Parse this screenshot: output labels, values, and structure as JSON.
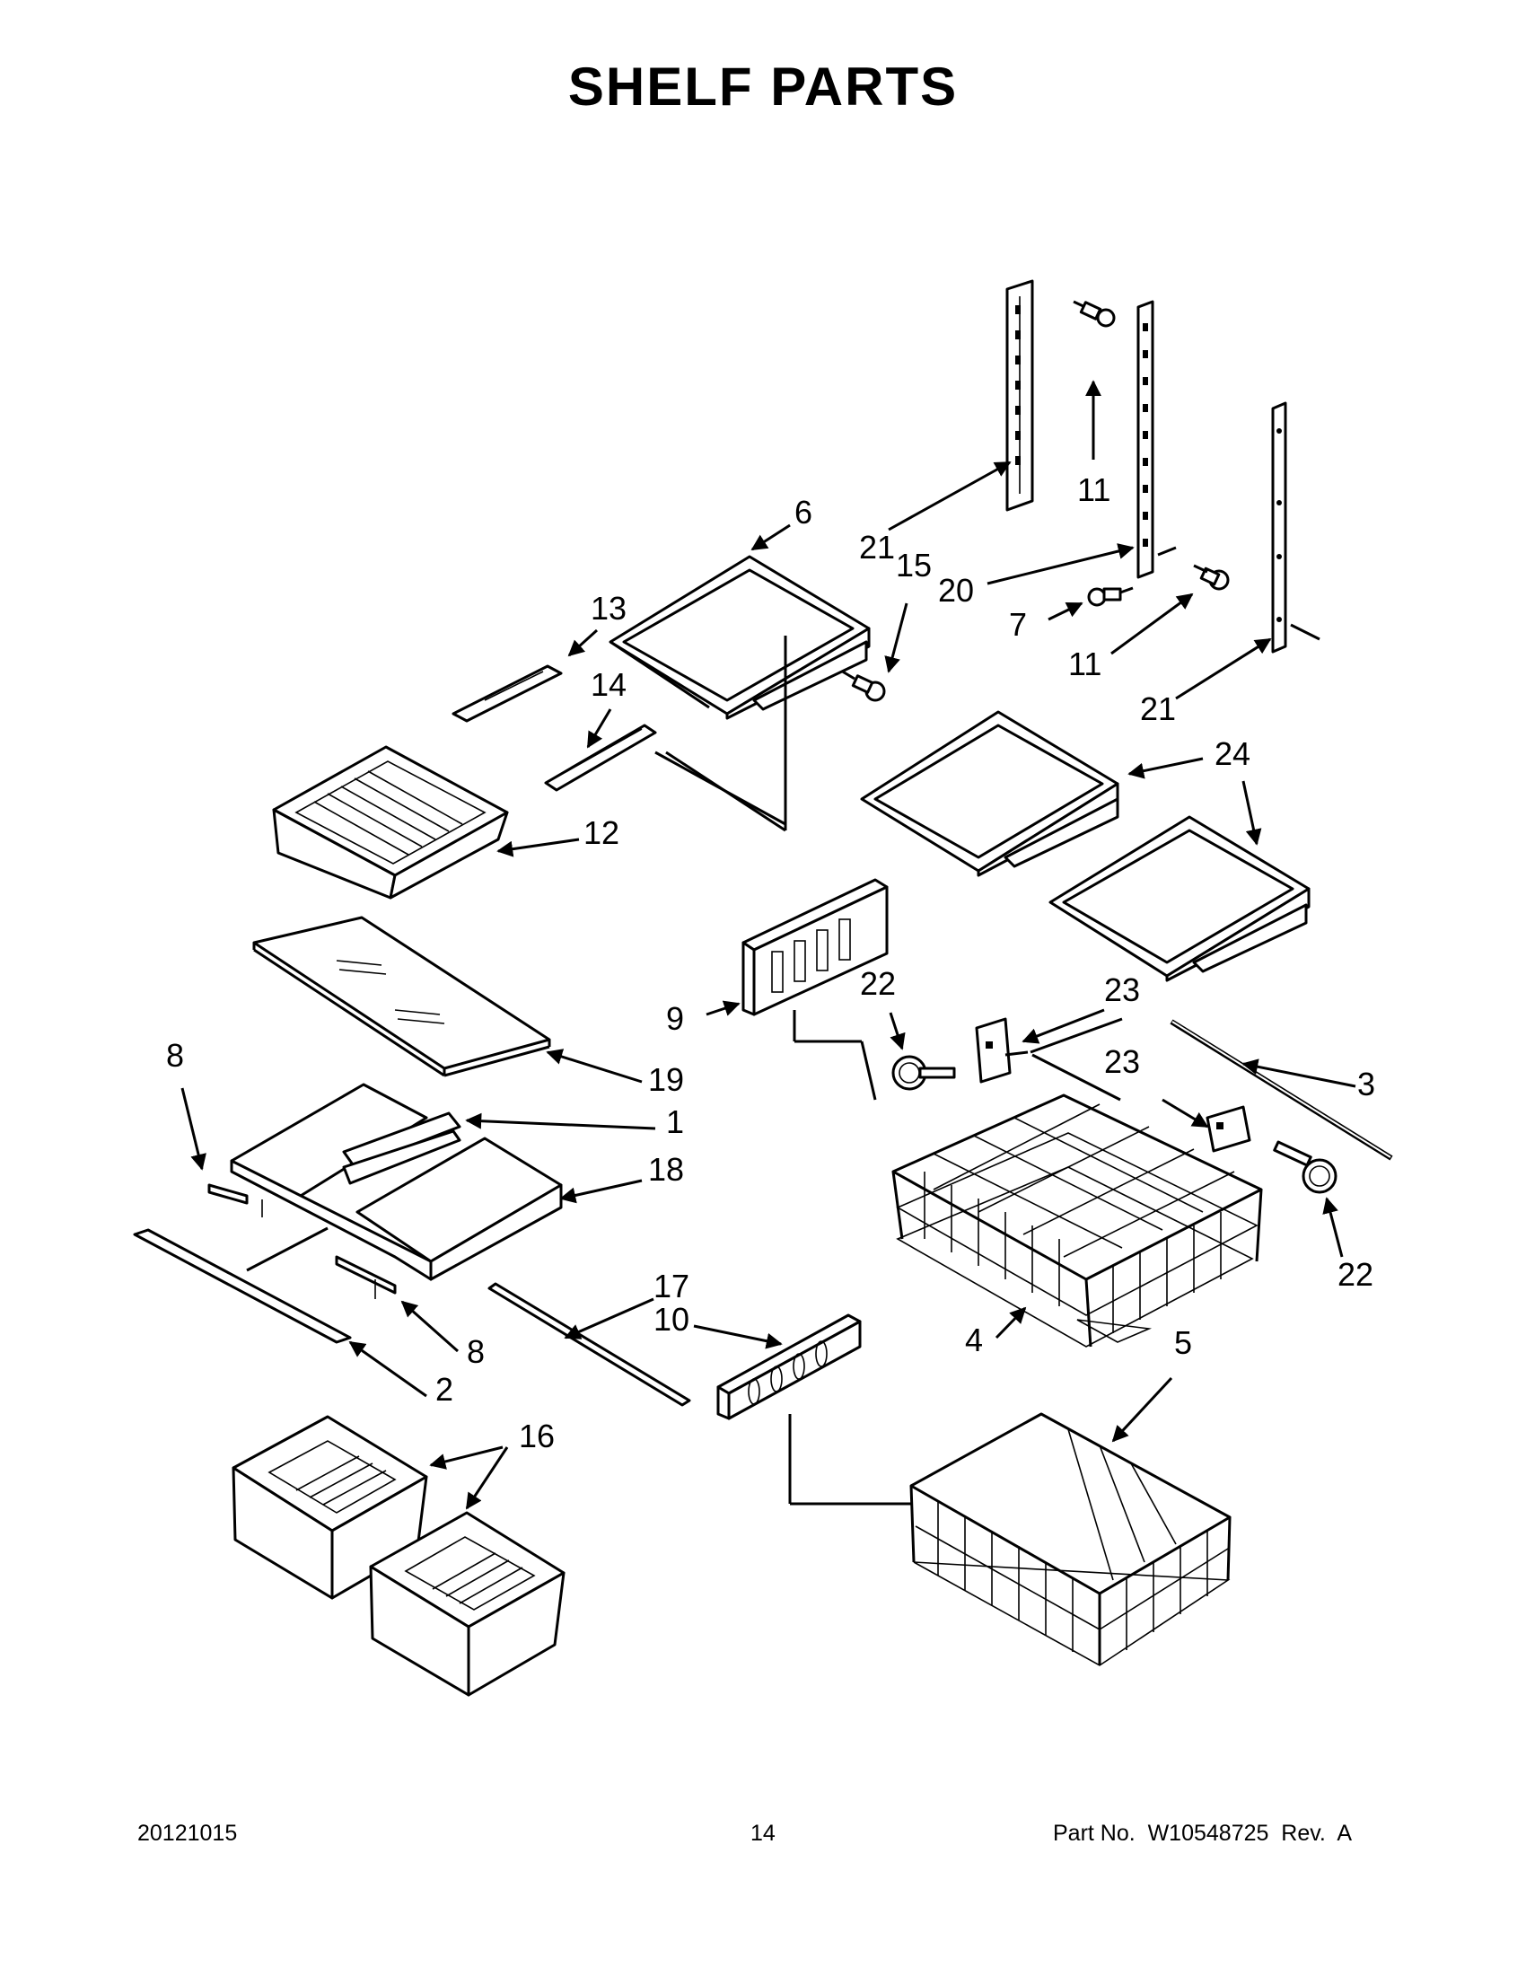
{
  "title": "SHELF  PARTS",
  "callouts": [
    "6",
    "21",
    "15",
    "11",
    "20",
    "7",
    "11",
    "21",
    "13",
    "14",
    "12",
    "24",
    "22",
    "23",
    "9",
    "19",
    "8",
    "1",
    "18",
    "23",
    "3",
    "17",
    "10",
    "8",
    "2",
    "4",
    "22",
    "5",
    "16"
  ],
  "footer": {
    "date": "20121015",
    "page": "14",
    "part_no": "Part No.  W10548725  Rev.  A"
  }
}
